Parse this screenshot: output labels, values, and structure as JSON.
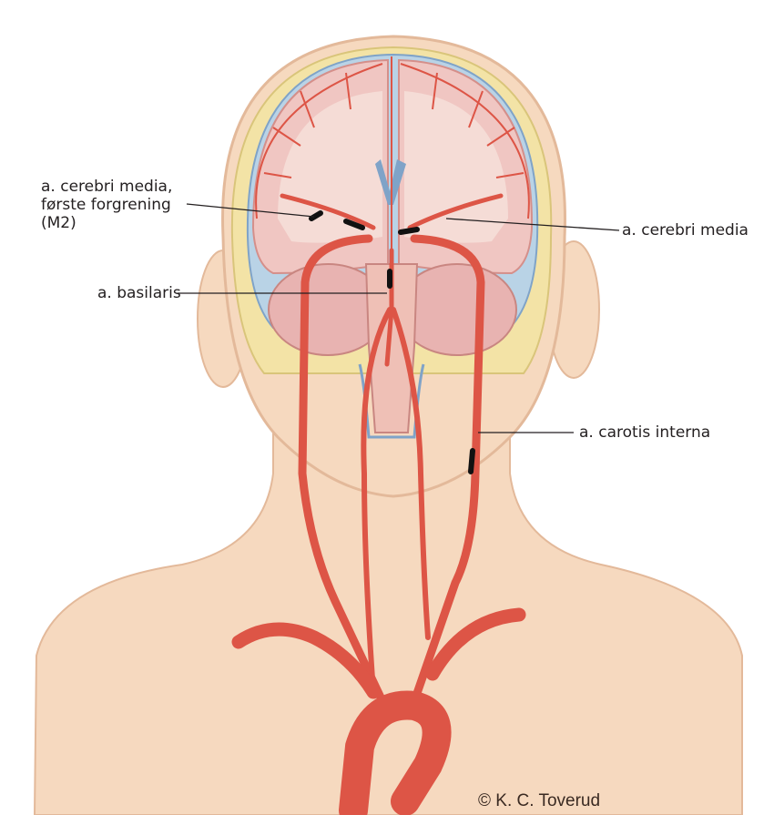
{
  "labels": {
    "mca_branch_line1": "a. cerebri media,",
    "mca_branch_line2": "første forgrening",
    "mca_branch_line3": "(M2)",
    "mca": "a. cerebri media",
    "basilaris": "a. basilaris",
    "carotis": "a. carotis interna"
  },
  "copyright": "© K. C. Toverud",
  "colors": {
    "skin": "#f6d9bf",
    "skull": "#f3e3a6",
    "brain": "#f0c6c2",
    "artery": "#dd5546",
    "vein": "#7fa3c8",
    "marker": "#111111"
  }
}
